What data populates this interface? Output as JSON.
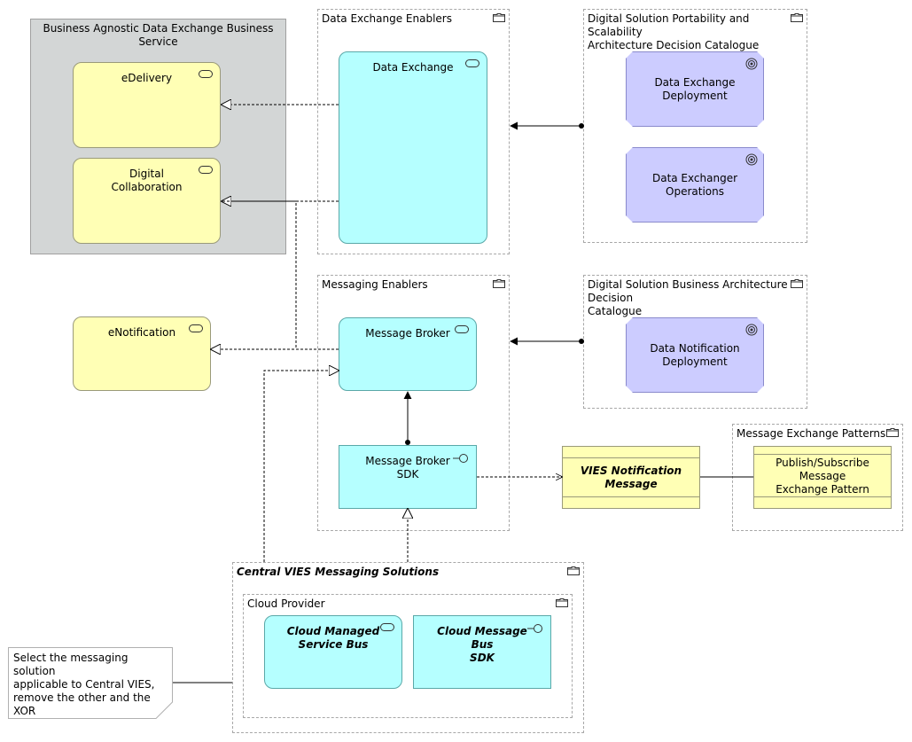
{
  "groups": {
    "business_agnostic": "Business Agnostic Data Exchange Business Service",
    "data_exchange_enablers": "Data Exchange Enablers",
    "portability_catalogue": "Digital Solution Portability and Scalability\nArchitecture Decision Catalogue",
    "messaging_enablers": "Messaging Enablers",
    "business_arch_catalogue": "Digital Solution Business Architecture Decision\nCatalogue",
    "message_exchange_patterns": "Message Exchange Patterns",
    "central_vies": "Central VIES Messaging Solutions",
    "cloud_provider": "Cloud Provider"
  },
  "elements": {
    "edelivery": "eDelivery",
    "digital_collaboration": "Digital Collaboration",
    "enotification": "eNotification",
    "data_exchange": "Data Exchange",
    "message_broker": "Message Broker",
    "message_broker_sdk": "Message Broker SDK",
    "data_exchange_deployment": "Data Exchange Deployment",
    "data_exchanger_operations": "Data Exchanger Operations",
    "data_notification_deployment": "Data Notification\nDeployment",
    "vies_notification_message": "VIES Notification Message",
    "publish_subscribe": "Publish/Subscribe Message\nExchange Pattern",
    "cloud_managed_service_bus": "Cloud Managed\nService Bus",
    "cloud_message_bus_sdk": "Cloud Message Bus\nSDK"
  },
  "note": "Select the messaging solution\napplicable to Central VIES,\nremove the other and the XOR",
  "colors": {
    "business_service": "#ffffb5",
    "application": "#b5ffff",
    "deliverable": "#ccccff",
    "group_grey": "#d3d6d6"
  }
}
